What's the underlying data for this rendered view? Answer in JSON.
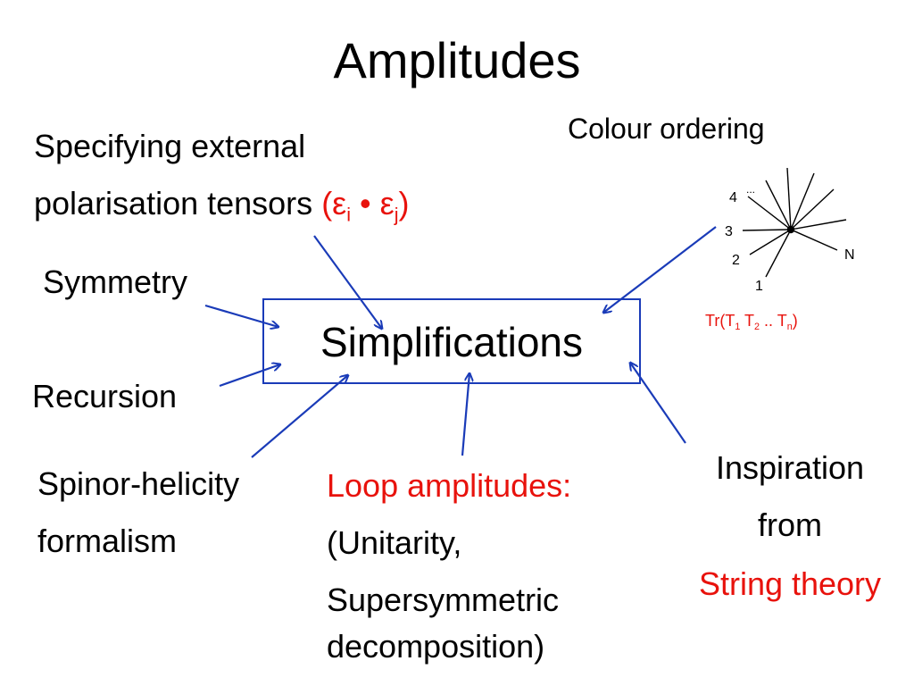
{
  "title": "Amplitudes",
  "specifying": {
    "line1": "Specifying external",
    "line2": "polarisation tensors",
    "formula_open": "(ε",
    "formula_sub_i": "i",
    "formula_dot": " • ε",
    "formula_sub_j": "j",
    "formula_close": ")"
  },
  "colour_ordering": {
    "label": "Colour ordering",
    "diagram_labels": {
      "l4": "4",
      "ldots": "...",
      "l3": "3",
      "l2": "2",
      "l1": "1",
      "lN": "N"
    },
    "trace": {
      "tr_open": "Tr(T",
      "s1": "1",
      "t2": " T",
      "s2": "2",
      "dots": " .. T",
      "sn": "n",
      "close": ")"
    }
  },
  "symmetry": "Symmetry",
  "simplifications": "Simplifications",
  "recursion": "Recursion",
  "spinor": {
    "line1": "Spinor-helicity",
    "line2": "formalism"
  },
  "loop": {
    "line1": "Loop amplitudes:",
    "line2": "(Unitarity,",
    "line3": "Supersymmetric",
    "line4": "decomposition)"
  },
  "inspiration": {
    "line1": "Inspiration",
    "line2": "from",
    "line3": "String theory"
  },
  "colors": {
    "red": "#e8120c",
    "blue": "#1a3bb8",
    "black": "#000000"
  }
}
